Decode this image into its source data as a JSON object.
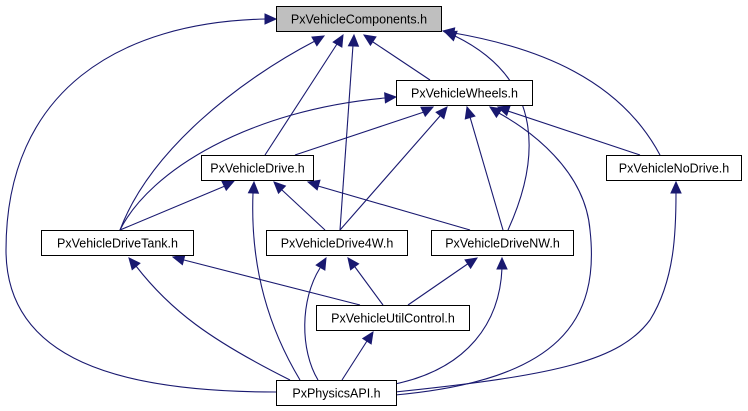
{
  "graph": {
    "edge_color": "#191970",
    "root_fill": "#bfbfbf",
    "nodes": [
      {
        "id": "components",
        "label": "PxVehicleComponents.h",
        "root": true
      },
      {
        "id": "wheels",
        "label": "PxVehicleWheels.h"
      },
      {
        "id": "drive",
        "label": "PxVehicleDrive.h"
      },
      {
        "id": "nodrive",
        "label": "PxVehicleNoDrive.h"
      },
      {
        "id": "drivetank",
        "label": "PxVehicleDriveTank.h"
      },
      {
        "id": "drive4w",
        "label": "PxVehicleDrive4W.h"
      },
      {
        "id": "drivenw",
        "label": "PxVehicleDriveNW.h"
      },
      {
        "id": "utilcontrol",
        "label": "PxVehicleUtilControl.h"
      },
      {
        "id": "physicsapi",
        "label": "PxPhysicsAPI.h"
      }
    ],
    "edges": [
      {
        "from": "physicsapi",
        "to": "components"
      },
      {
        "from": "wheels",
        "to": "components"
      },
      {
        "from": "drive",
        "to": "components"
      },
      {
        "from": "drivetank",
        "to": "components"
      },
      {
        "from": "drive4w",
        "to": "components"
      },
      {
        "from": "drivenw",
        "to": "components"
      },
      {
        "from": "nodrive",
        "to": "components"
      },
      {
        "from": "drive",
        "to": "wheels"
      },
      {
        "from": "drivetank",
        "to": "wheels"
      },
      {
        "from": "drive4w",
        "to": "wheels"
      },
      {
        "from": "drivenw",
        "to": "wheels"
      },
      {
        "from": "nodrive",
        "to": "wheels"
      },
      {
        "from": "physicsapi",
        "to": "wheels"
      },
      {
        "from": "drivetank",
        "to": "drive"
      },
      {
        "from": "drive4w",
        "to": "drive"
      },
      {
        "from": "drivenw",
        "to": "drive"
      },
      {
        "from": "physicsapi",
        "to": "drive"
      },
      {
        "from": "physicsapi",
        "to": "nodrive"
      },
      {
        "from": "physicsapi",
        "to": "drivetank"
      },
      {
        "from": "utilcontrol",
        "to": "drivetank"
      },
      {
        "from": "physicsapi",
        "to": "drive4w"
      },
      {
        "from": "utilcontrol",
        "to": "drive4w"
      },
      {
        "from": "physicsapi",
        "to": "drivenw"
      },
      {
        "from": "utilcontrol",
        "to": "drivenw"
      },
      {
        "from": "physicsapi",
        "to": "utilcontrol"
      }
    ]
  }
}
